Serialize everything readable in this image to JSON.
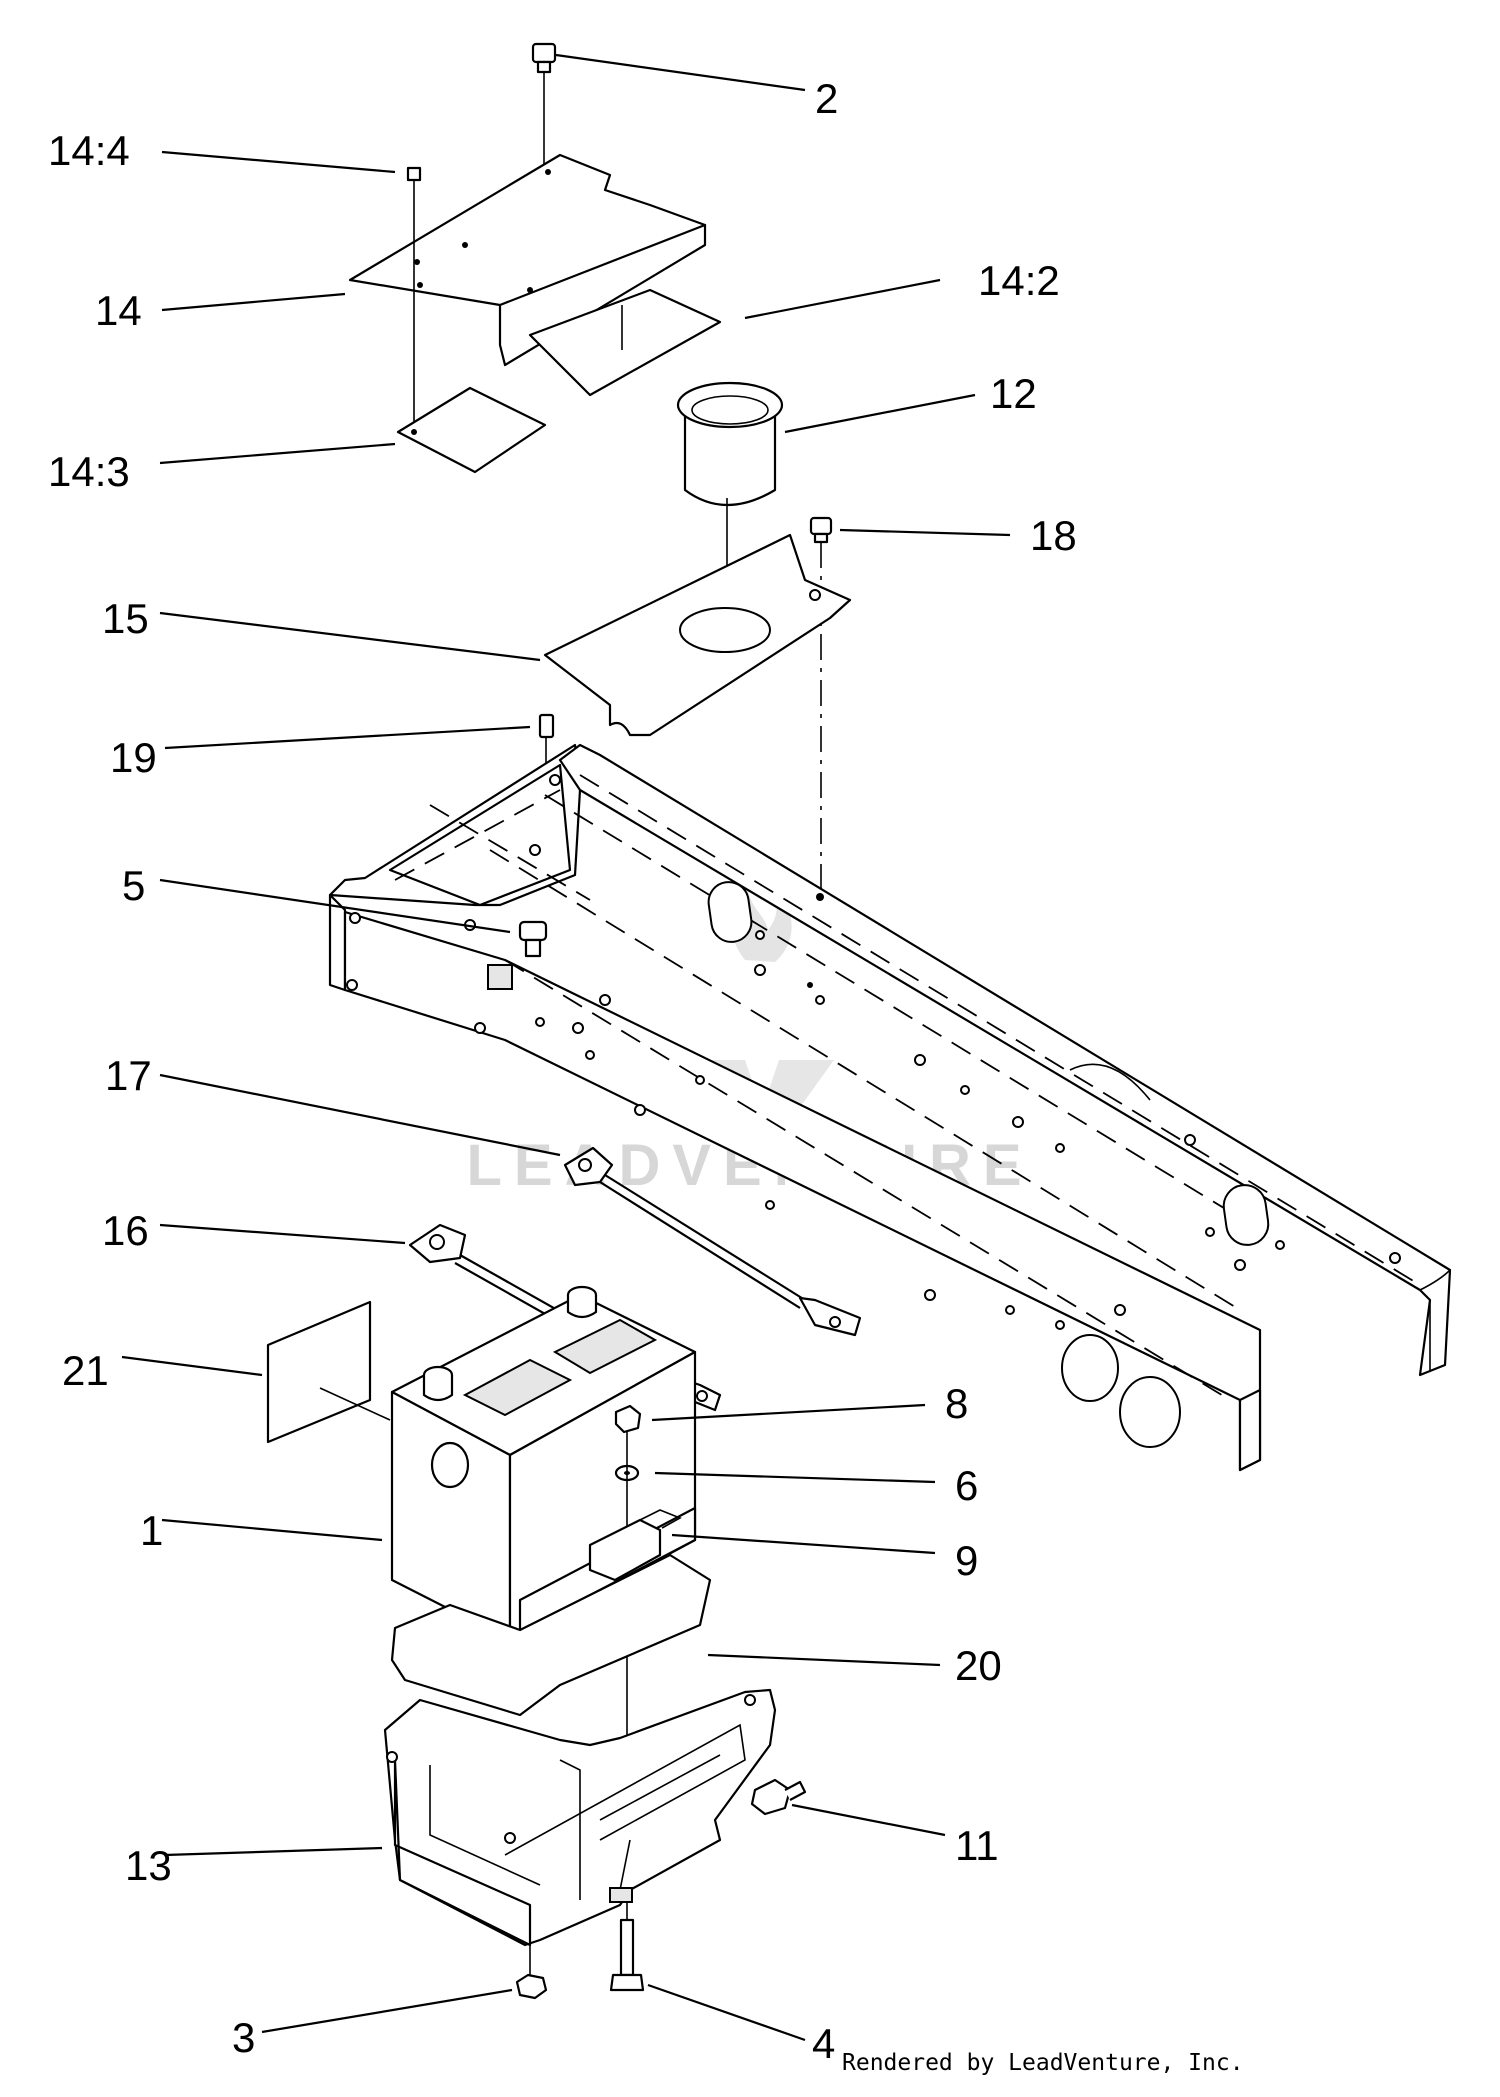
{
  "callouts": [
    {
      "id": "2",
      "text": "2"
    },
    {
      "id": "14_4",
      "text": "14:4"
    },
    {
      "id": "14",
      "text": "14"
    },
    {
      "id": "14_2",
      "text": "14:2"
    },
    {
      "id": "12",
      "text": "12"
    },
    {
      "id": "14_3",
      "text": "14:3"
    },
    {
      "id": "18",
      "text": "18"
    },
    {
      "id": "15",
      "text": "15"
    },
    {
      "id": "19",
      "text": "19"
    },
    {
      "id": "5",
      "text": "5"
    },
    {
      "id": "17",
      "text": "17"
    },
    {
      "id": "16",
      "text": "16"
    },
    {
      "id": "21",
      "text": "21"
    },
    {
      "id": "8",
      "text": "8"
    },
    {
      "id": "6",
      "text": "6"
    },
    {
      "id": "1",
      "text": "1"
    },
    {
      "id": "9",
      "text": "9"
    },
    {
      "id": "20",
      "text": "20"
    },
    {
      "id": "13",
      "text": "13"
    },
    {
      "id": "11",
      "text": "11"
    },
    {
      "id": "3",
      "text": "3"
    },
    {
      "id": "4",
      "text": "4"
    }
  ],
  "watermark": "LEADVENTURE",
  "credit": "Rendered by LeadVenture, Inc."
}
